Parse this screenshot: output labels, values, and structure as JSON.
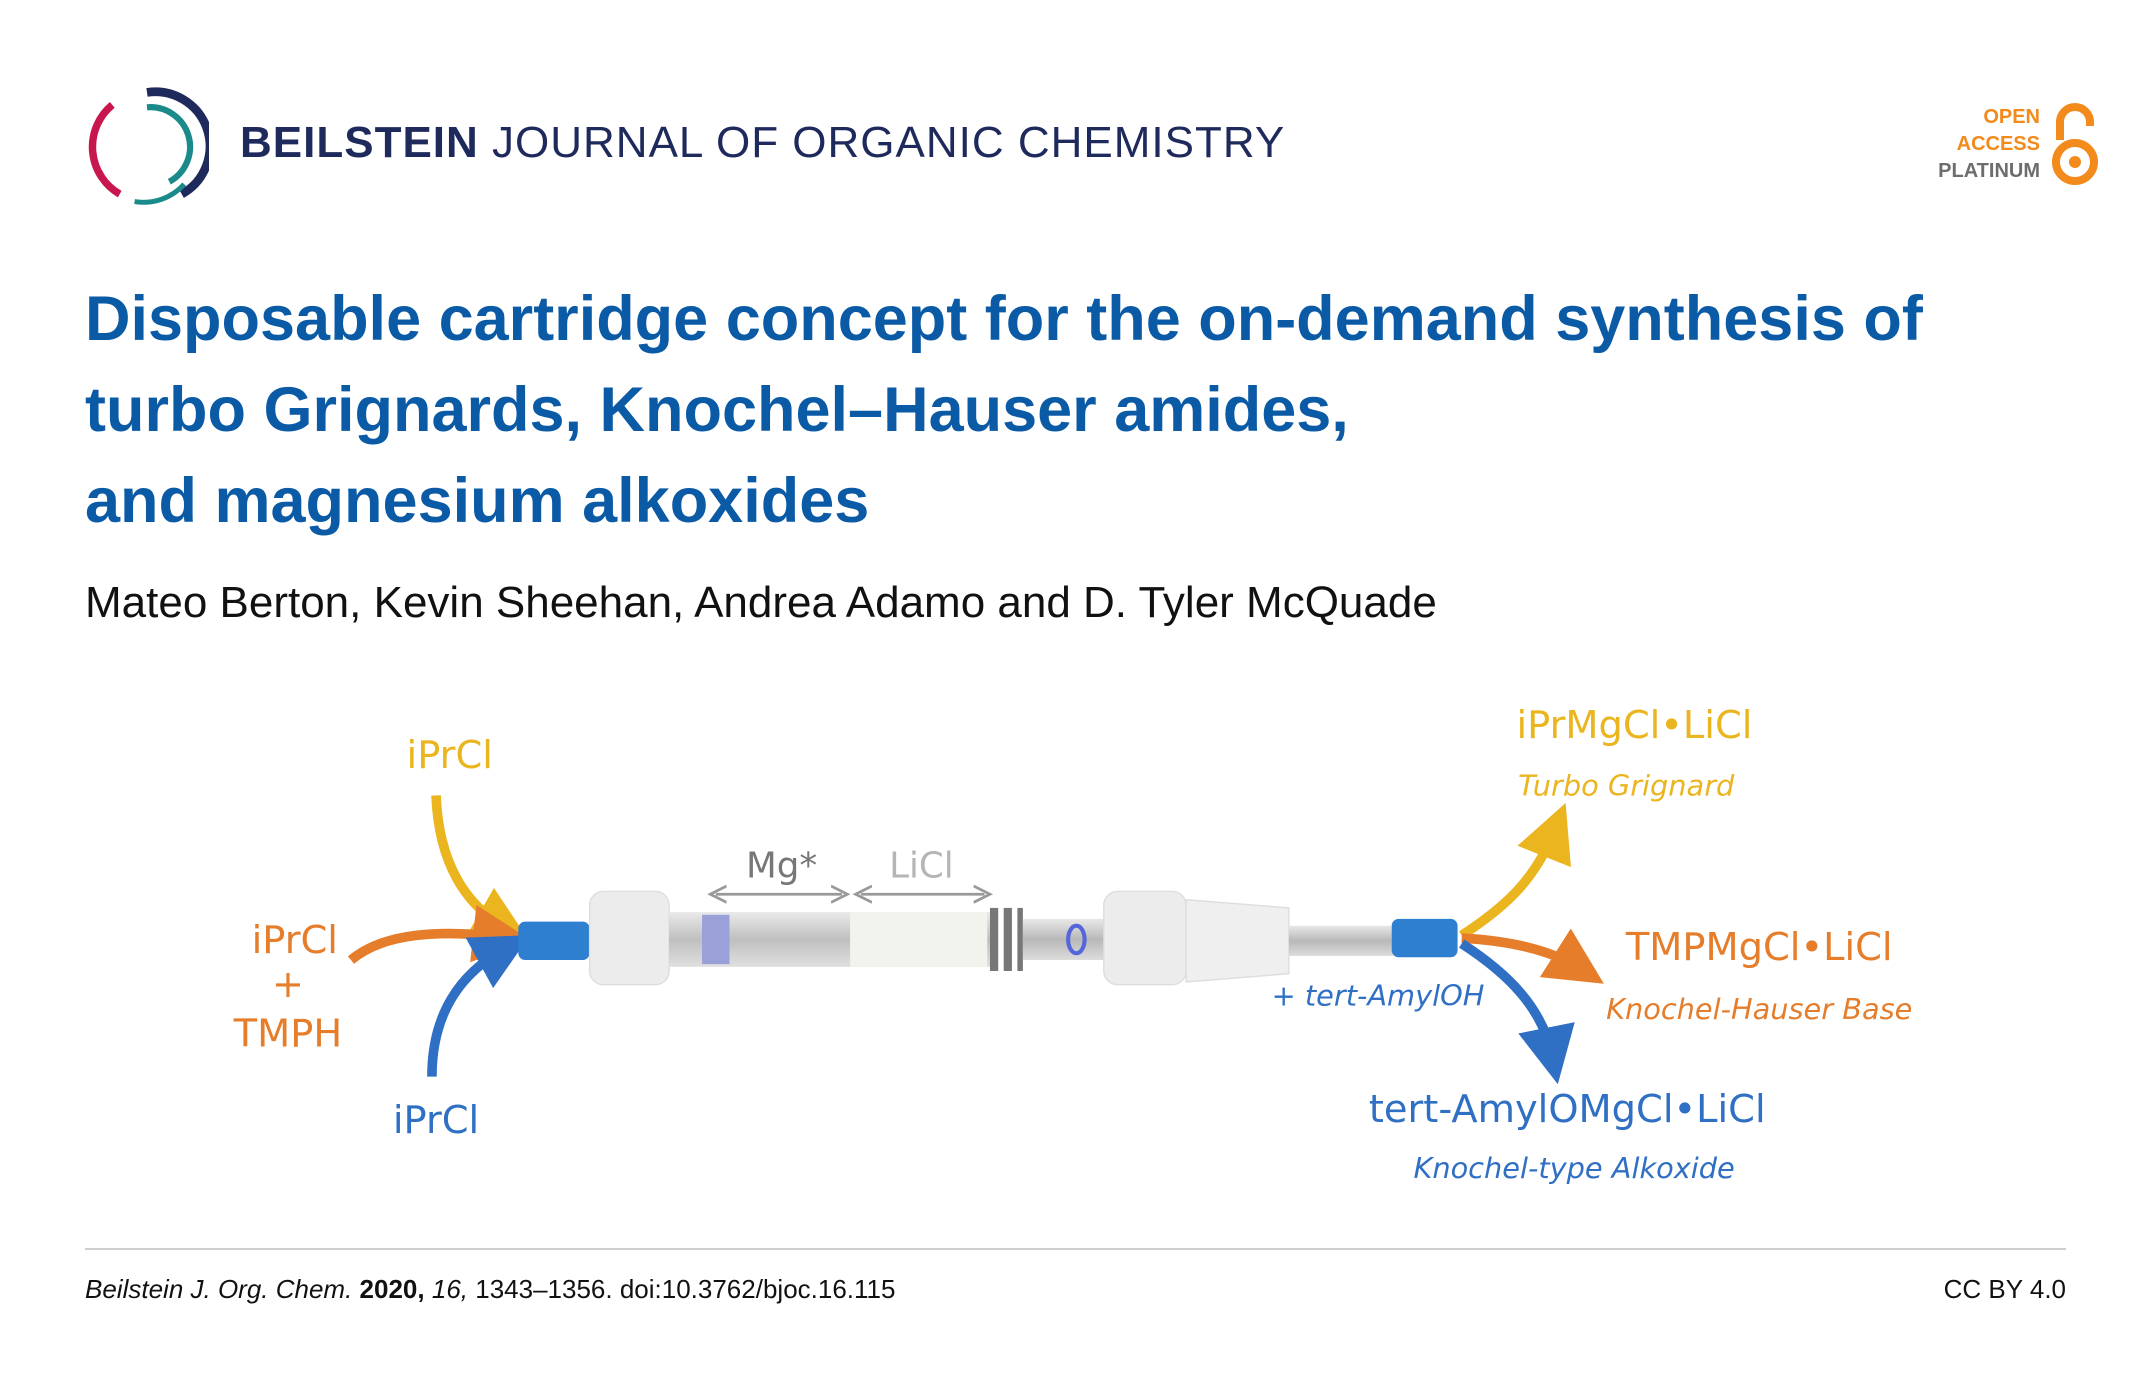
{
  "header": {
    "journal_bold": "BEILSTEIN",
    "journal_rest": " JOURNAL OF ORGANIC CHEMISTRY",
    "open_access": [
      "OPEN",
      "ACCESS",
      "PLATINUM"
    ]
  },
  "article": {
    "title_lines": [
      "Disposable cartridge concept for the on-demand synthesis of",
      "turbo Grignards, Knochel–Hauser amides,",
      "and magnesium alkoxides"
    ],
    "authors": "Mateo Berton, Kevin Sheehan, Andrea Adamo and D. Tyler McQuade"
  },
  "diagram": {
    "inputs": {
      "yellow": "iPrCl",
      "orange_top": "iPrCl",
      "orange_plus": "+",
      "orange_bottom": "TMPH",
      "blue": "iPrCl"
    },
    "cartridge": {
      "zone1": "Mg*",
      "zone2": "LiCl"
    },
    "additive": "+ tert-AmylOH",
    "outputs": {
      "yellow": {
        "formula": "iPrMgCl•LiCl",
        "name": "Turbo Grignard"
      },
      "orange": {
        "formula": "TMPMgCl•LiCl",
        "name": "Knochel-Hauser Base"
      },
      "blue": {
        "formula": "tert-AmylOMgCl•LiCl",
        "name": "Knochel-type Alkoxide"
      }
    },
    "colors": {
      "yellow": "#eab51e",
      "orange": "#e57d2b",
      "blue": "#2f6fc4"
    }
  },
  "footer": {
    "journal_abbrev": "Beilstein J. Org. Chem.",
    "year": "2020,",
    "volume": "16,",
    "pages_doi": " 1343–1356. doi:10.3762/bjoc.16.115",
    "license": "CC BY 4.0"
  }
}
